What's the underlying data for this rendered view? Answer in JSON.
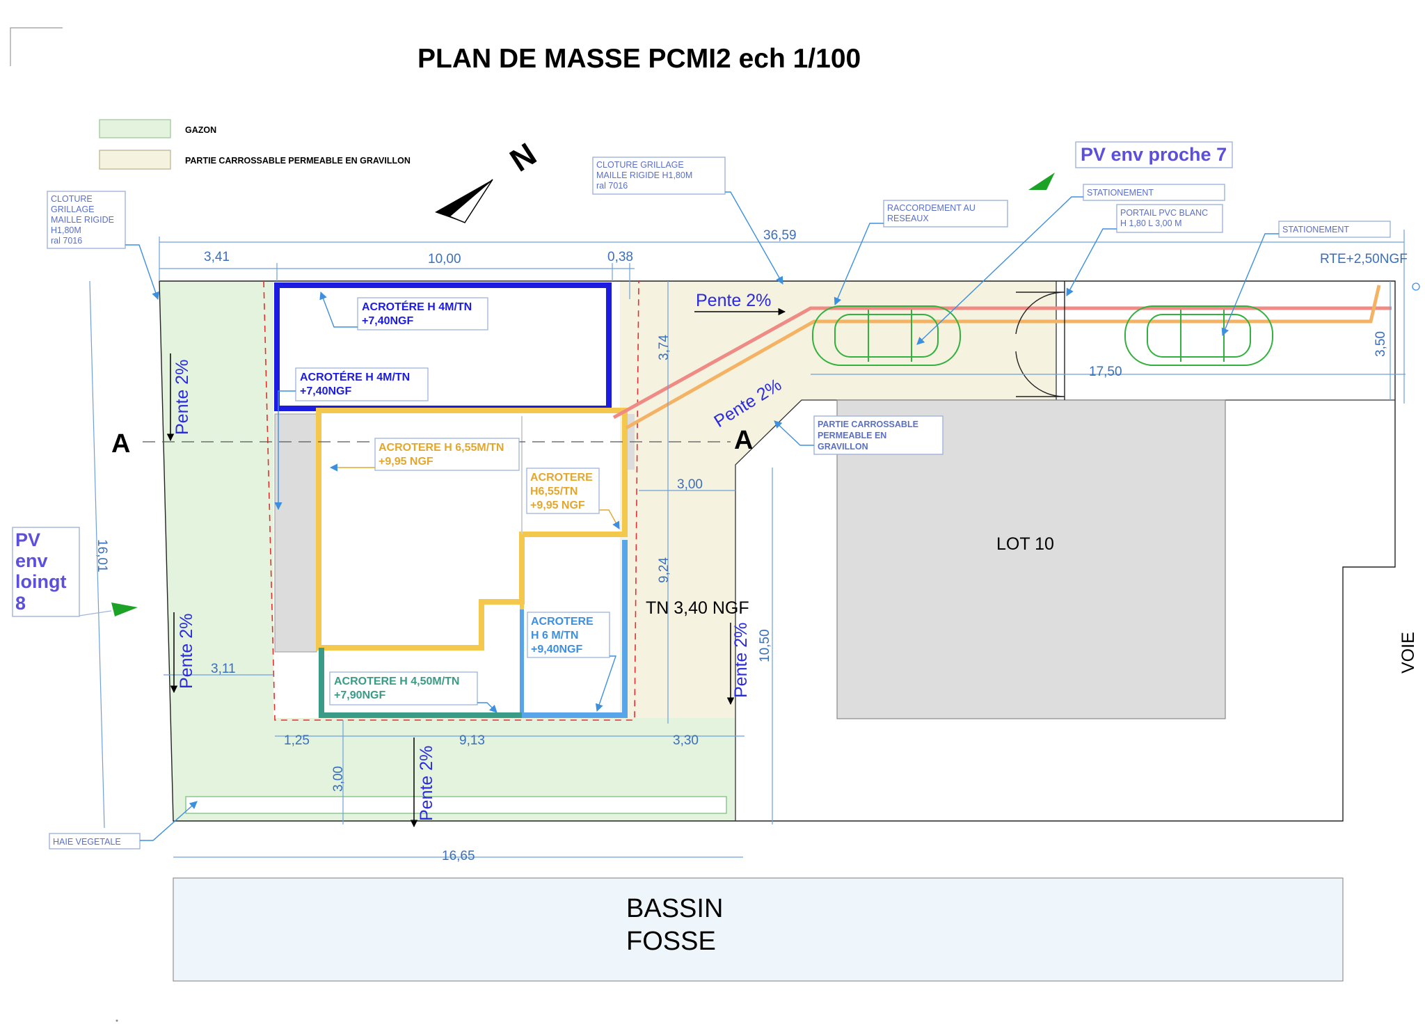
{
  "title": "PLAN DE MASSE PCMI2 ech 1/100",
  "legend": {
    "gazon": "GAZON",
    "gravel": "PARTIE CARROSSABLE PERMEABLE EN GRAVILLON"
  },
  "north_label": "N",
  "section": {
    "left": "A",
    "right": "A"
  },
  "notes": {
    "cloture_left": [
      "CLOTURE",
      "GRILLAGE",
      "MAILLE RIGIDE",
      "H1,80M",
      " ral 7016"
    ],
    "cloture_top": [
      "CLOTURE GRILLAGE",
      "MAILLE RIGIDE H1,80M",
      " ral 7016"
    ],
    "raccordement": [
      "RACCORDEMENT AU",
      "RESEAUX"
    ],
    "stationnement_1": "STATIONEMENT",
    "portail": [
      "PORTAIL PVC BLANC",
      "H 1,80 L 3,00 M"
    ],
    "stationnement_2": "STATIONEMENT",
    "partie_carrossable": [
      "PARTIE CARROSSABLE",
      "PERMEABLE EN",
      "GRAVILLON"
    ],
    "haie": "HAIE VEGETALE"
  },
  "pv": {
    "proche": "PV env proche 7",
    "loingt": [
      "PV",
      "env",
      "loingt",
      "8"
    ]
  },
  "acroteres": {
    "blue_top": [
      "ACROTÉRE H 4M/TN",
      "+7,40NGF"
    ],
    "blue_mid": [
      "ACROTÉRE H 4M/TN",
      "+7,40NGF"
    ],
    "yellow_main": [
      "ACROTERE H 6,55M/TN",
      "+9,95 NGF"
    ],
    "yellow_right": [
      "ACROTERE",
      "H6,55/TN",
      "+9,95 NGF"
    ],
    "lightblue": [
      "ACROTERE",
      "H 6 M/TN",
      "+9,40NGF"
    ],
    "teal": [
      "ACROTERE H 4,50M/TN",
      "+7,90NGF"
    ]
  },
  "dimensions": {
    "d_3_41": "3,41",
    "d_10_00": "10,00",
    "d_0_38": "0,38",
    "d_36_59": "36,59",
    "d_3_74": "3,74",
    "d_17_50": "17,50",
    "d_3_50": "3,50",
    "d_3_00_right": "3,00",
    "d_9_24": "9,24",
    "d_10_50": "10,50",
    "d_16_01": "16,01",
    "d_3_11": "3,11",
    "d_1_25": "1,25",
    "d_9_13": "9,13",
    "d_3_30": "3,30",
    "d_3_00_bottom": "3,00",
    "d_16_65": "16,65"
  },
  "slopes": {
    "top": "Pente 2%",
    "diagonal": "Pente 2%",
    "left_upper": "Pente 2%",
    "left_lower": "Pente 2%",
    "right_lower": "Pente 2%",
    "bottom": "Pente 2%"
  },
  "levels": {
    "rte": "RTE+2,50NGF",
    "tn": "TN 3,40 NGF"
  },
  "lot": "LOT 10",
  "voie": "VOIE",
  "bassin": [
    "BASSIN",
    "FOSSE"
  ],
  "colors": {
    "gazon": "#e3f3dd",
    "gravel": "#f5f2df",
    "blue_wall": "#1c1ce0",
    "yellow_wall": "#f3c84d",
    "lightblue_wall": "#5aa4ea",
    "teal_wall": "#3a9b86",
    "bassin": "#eef5fb",
    "lot": "#dddddd",
    "dim": "#3a6fbe",
    "network_red": "#ef8a85",
    "network_orange": "#f4b264",
    "car": "#33b03f",
    "pv_arrow": "#1ca327"
  }
}
